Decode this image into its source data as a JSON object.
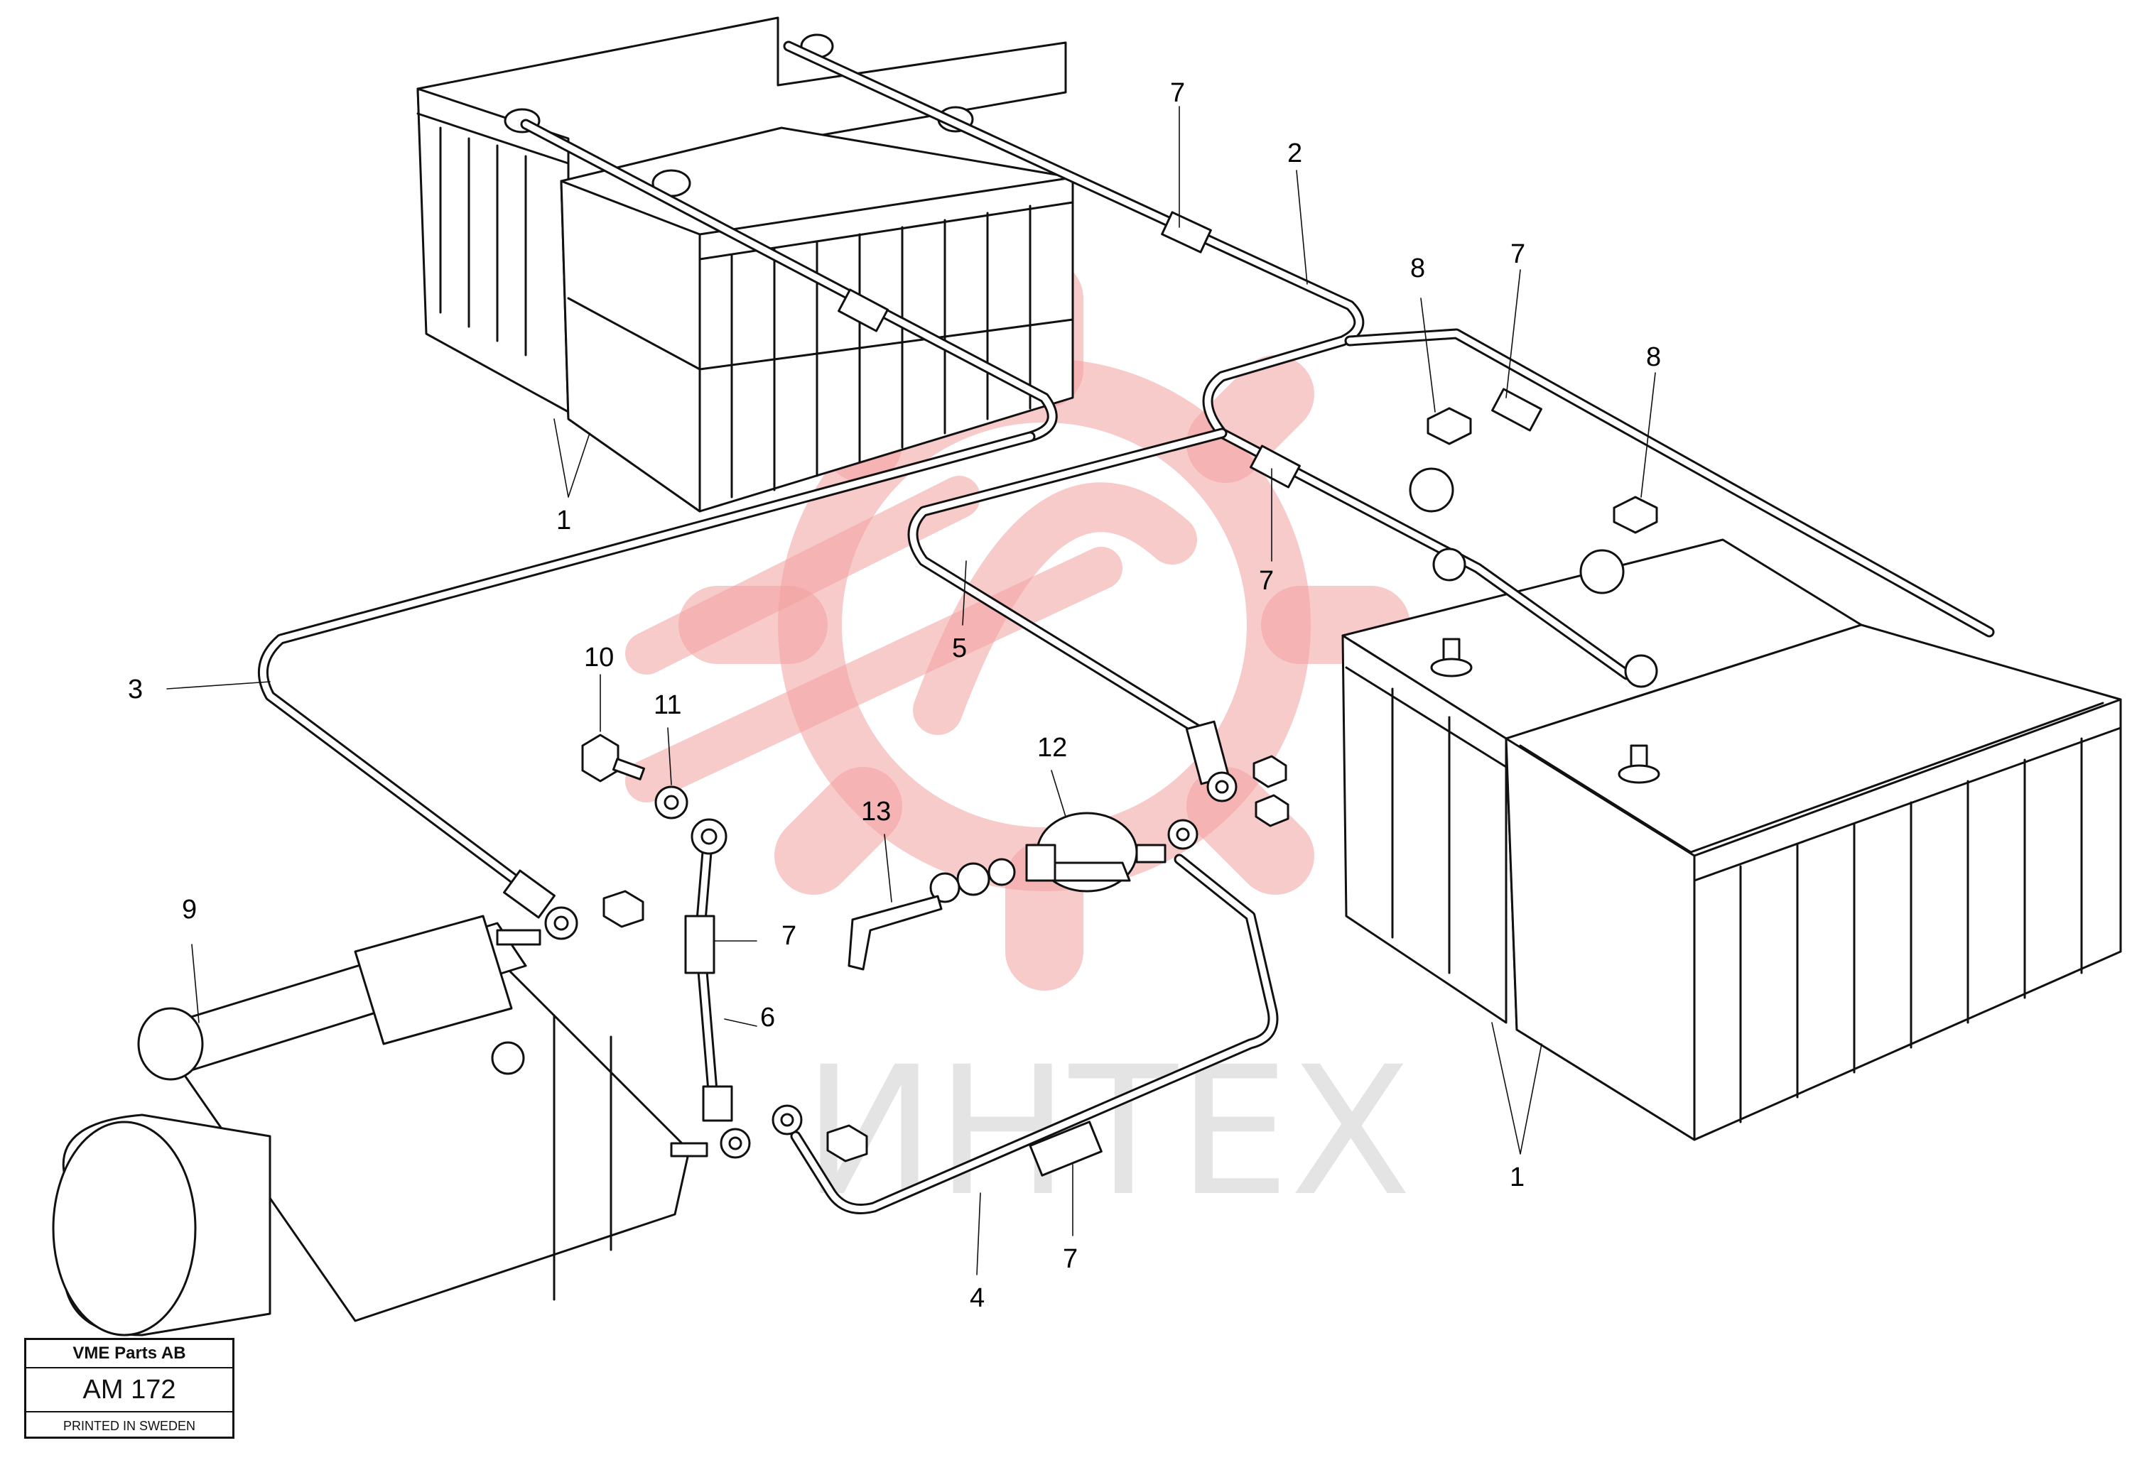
{
  "watermark": {
    "text": "ИНТЕХ",
    "color": "#f2a0a0"
  },
  "callouts": [
    {
      "id": "c1a",
      "label": "1"
    },
    {
      "id": "c1b",
      "label": "1"
    },
    {
      "id": "c2",
      "label": "2"
    },
    {
      "id": "c3",
      "label": "3"
    },
    {
      "id": "c4",
      "label": "4"
    },
    {
      "id": "c5",
      "label": "5"
    },
    {
      "id": "c6",
      "label": "6"
    },
    {
      "id": "c7a",
      "label": "7"
    },
    {
      "id": "c7b",
      "label": "7"
    },
    {
      "id": "c7c",
      "label": "7"
    },
    {
      "id": "c7d",
      "label": "7"
    },
    {
      "id": "c7e",
      "label": "7"
    },
    {
      "id": "c8a",
      "label": "8"
    },
    {
      "id": "c8b",
      "label": "8"
    },
    {
      "id": "c9",
      "label": "9"
    },
    {
      "id": "c10",
      "label": "10"
    },
    {
      "id": "c11",
      "label": "11"
    },
    {
      "id": "c12",
      "label": "12"
    },
    {
      "id": "c13",
      "label": "13"
    }
  ],
  "stamp": {
    "company": "VME Parts AB",
    "code": "AM 172",
    "printed": "PRINTED IN SWEDEN"
  }
}
